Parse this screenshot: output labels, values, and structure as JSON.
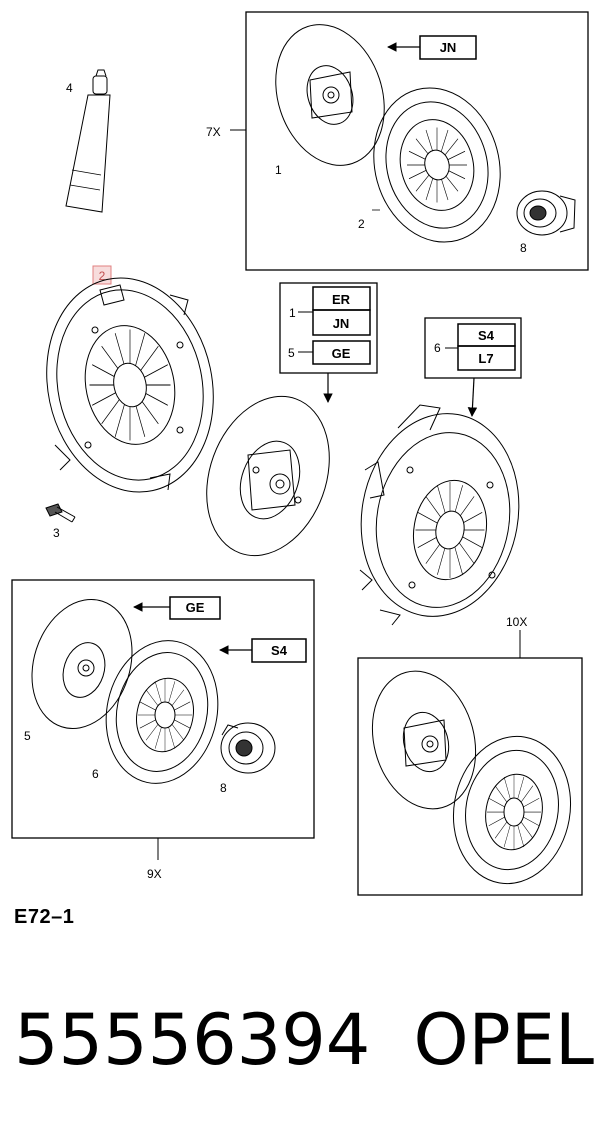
{
  "diagram": {
    "kit_7x": {
      "qty": "7X",
      "code": "JN",
      "parts": [
        "1",
        "2",
        "8"
      ]
    },
    "tube_label": "4",
    "highlighted_part": "2",
    "bolt_label": "3",
    "disc_codes": [
      {
        "part": "1",
        "codes": [
          "ER",
          "JN"
        ]
      },
      {
        "part": "5",
        "codes": [
          "GE"
        ]
      }
    ],
    "plate_codes": {
      "part": "6",
      "codes": [
        "S4",
        "L7"
      ]
    },
    "kit_9x": {
      "qty": "9X",
      "disc_code": "GE",
      "plate_code": "S4",
      "parts": [
        "5",
        "6",
        "8"
      ]
    },
    "kit_10x": {
      "qty": "10X"
    }
  },
  "figure_code": "E72–1",
  "part_number": "55556394",
  "brand": "OPEL"
}
